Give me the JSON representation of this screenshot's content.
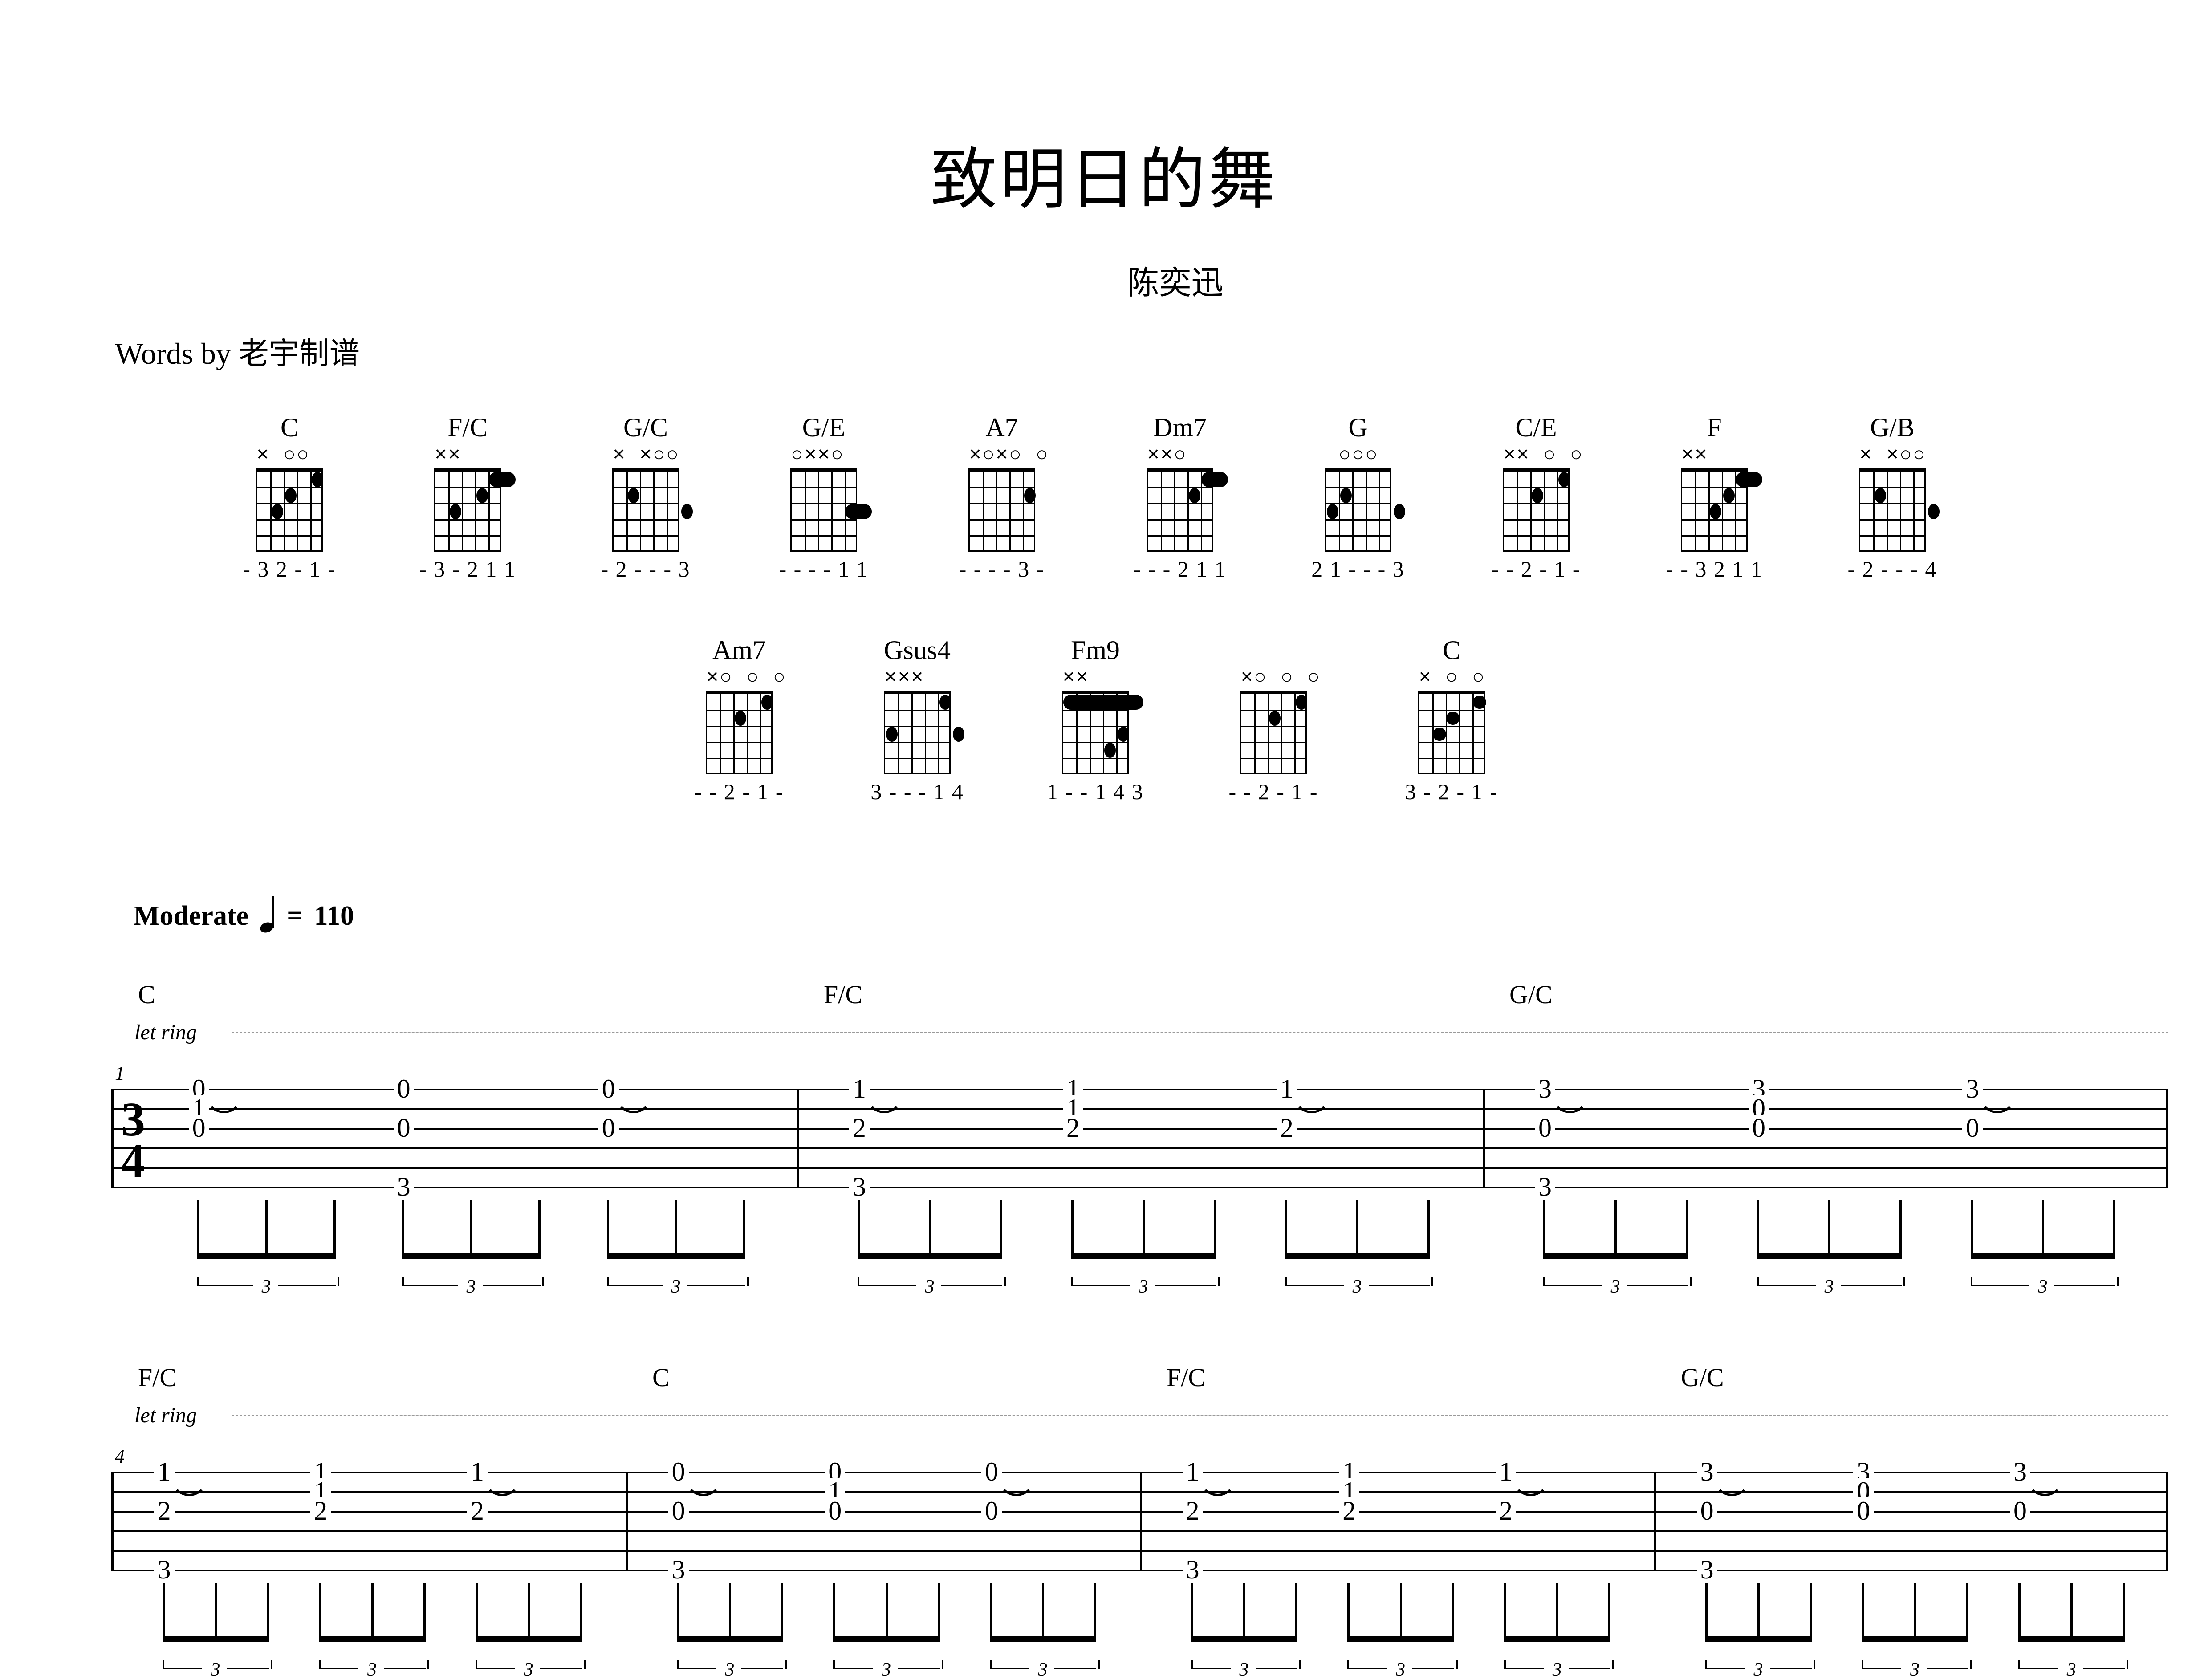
{
  "header": {
    "title": "致明日的舞",
    "artist": "陈奕迅",
    "credit": "Words by 老宇制谱"
  },
  "tempo": {
    "marking": "Moderate",
    "note_icon": "quarter-note",
    "equals": "=",
    "bpm": "110"
  },
  "time_signature": {
    "numerator": "3",
    "denominator": "4"
  },
  "chord_chart": {
    "rows": [
      {
        "chords": [
          {
            "name": "C",
            "open_marks": "x  o o",
            "open_seq": [
              "x",
              "",
              "o",
              "o",
              ""
            ],
            "fingering": "- 3 2 - 1 -",
            "dots": [
              {
                "s": 5,
                "f": 3
              },
              {
                "s": 4,
                "f": 2
              },
              {
                "s": 2,
                "f": 1
              }
            ],
            "barre": null
          },
          {
            "name": "F/C",
            "open_marks": "x x",
            "open_seq": [
              "x",
              "x",
              "",
              "",
              "",
              ""
            ],
            "fingering": "- 3 - 2 1 1",
            "dots": [
              {
                "s": 5,
                "f": 3
              },
              {
                "s": 3,
                "f": 2
              }
            ],
            "barre": {
              "from": 2,
              "to": 1,
              "fret": 1
            }
          },
          {
            "name": "G/C",
            "open_marks": "x xoo",
            "open_seq": [
              "x",
              "",
              "x",
              "o",
              "o",
              ""
            ],
            "fingering": "- 2 - - - 3",
            "dots": [
              {
                "s": 5,
                "f": 2
              },
              {
                "s": 1,
                "f": 3
              }
            ],
            "barre": null
          },
          {
            "name": "G/E",
            "open_marks": "oxxo",
            "open_seq": [
              "o",
              "x",
              "x",
              "o",
              "",
              ""
            ],
            "fingering": "- - - - 1 1",
            "dots": [],
            "barre": {
              "from": 2,
              "to": 1,
              "fret": 3
            }
          },
          {
            "name": "A7",
            "open_marks": "xoxo o",
            "open_seq": [
              "x",
              "o",
              "x",
              "o",
              "",
              "o"
            ],
            "fingering": "- - - - 3 -",
            "dots": [
              {
                "s": 2,
                "f": 2
              }
            ],
            "barre": null
          },
          {
            "name": "Dm7",
            "open_marks": "xxo",
            "open_seq": [
              "x",
              "x",
              "o",
              "",
              "",
              ""
            ],
            "fingering": "- - - 2 1 1",
            "dots": [
              {
                "s": 3,
                "f": 2
              }
            ],
            "barre": {
              "from": 2,
              "to": 1,
              "fret": 1
            }
          },
          {
            "name": "G",
            "open_marks": "ooo",
            "open_seq": [
              "",
              "o",
              "o",
              "o",
              "",
              ""
            ],
            "fingering": "2 1 - - - 3",
            "dots": [
              {
                "s": 5,
                "f": 2
              },
              {
                "s": 6,
                "f": 3
              },
              {
                "s": 1,
                "f": 3
              }
            ],
            "barre": null
          },
          {
            "name": "C/E",
            "open_marks": "xx o o",
            "open_seq": [
              "x",
              "x",
              "",
              "o",
              "",
              "o"
            ],
            "fingering": "- - 2 - 1 -",
            "dots": [
              {
                "s": 4,
                "f": 2
              },
              {
                "s": 2,
                "f": 1
              }
            ],
            "barre": null
          },
          {
            "name": "F",
            "open_marks": "xx",
            "open_seq": [
              "x",
              "x",
              "",
              "",
              "",
              ""
            ],
            "fingering": "- - 3 2 1 1",
            "dots": [
              {
                "s": 4,
                "f": 3
              },
              {
                "s": 3,
                "f": 2
              }
            ],
            "barre": {
              "from": 2,
              "to": 1,
              "fret": 1
            }
          },
          {
            "name": "G/B",
            "open_marks": "x xoo",
            "open_seq": [
              "x",
              "",
              "x",
              "o",
              "o",
              ""
            ],
            "fingering": "- 2 - - - 4",
            "dots": [
              {
                "s": 5,
                "f": 2
              },
              {
                "s": 1,
                "f": 3
              }
            ],
            "barre": null
          }
        ]
      },
      {
        "chords": [
          {
            "name": "Am7",
            "open_marks": "xo o o",
            "open_seq": [
              "x",
              "o",
              "",
              "o",
              "",
              "o"
            ],
            "fingering": "- - 2 - 1 -",
            "dots": [
              {
                "s": 4,
                "f": 2
              },
              {
                "s": 2,
                "f": 1
              }
            ],
            "barre": null
          },
          {
            "name": "Gsus4",
            "open_marks": "xxx",
            "open_seq": [
              "x",
              "x",
              "x",
              "",
              "",
              ""
            ],
            "fingering": "3 - - - 1 4",
            "dots": [
              {
                "s": 2,
                "f": 1
              },
              {
                "s": 6,
                "f": 3
              },
              {
                "s": 1,
                "f": 3
              }
            ],
            "barre": null
          },
          {
            "name": "Fm9",
            "open_marks": "xx",
            "open_seq": [
              "x",
              "x",
              "",
              "",
              "",
              ""
            ],
            "fingering": "1 - - 1 4 3",
            "dots": [
              {
                "s": 2,
                "f": 3
              },
              {
                "s": 3,
                "f": 4
              }
            ],
            "barre": {
              "from": 6,
              "to": 1,
              "fret": 1
            }
          },
          {
            "name": "",
            "open_marks": "xo o o",
            "open_seq": [
              "x",
              "o",
              "",
              "o",
              "",
              "o"
            ],
            "fingering": "- - 2 - 1 -",
            "dots": [
              {
                "s": 4,
                "f": 2
              },
              {
                "s": 2,
                "f": 1
              }
            ],
            "barre": null
          },
          {
            "name": "C",
            "open_marks": "x o o",
            "open_seq": [
              "x",
              "",
              "o",
              "",
              "o",
              ""
            ],
            "fingering": "3 - 2 - 1 -",
            "dots": [
              {
                "s": 5,
                "f": 3
              },
              {
                "s": 4,
                "f": 2
              },
              {
                "s": 2,
                "f": 1
              }
            ],
            "barre": null,
            "round_dots": true
          }
        ]
      }
    ]
  },
  "tab": {
    "let_ring_label": "let ring",
    "tuplet_label": "3",
    "systems": [
      {
        "start_measure": "1",
        "measures": [
          {
            "chord": "C",
            "notes": [
              {
                "string": 1,
                "fret": "0"
              },
              {
                "string": 2,
                "fret": "1"
              },
              {
                "string": 3,
                "fret": "0"
              },
              {
                "string": 6,
                "fret": "3"
              },
              {
                "string": 1,
                "fret": "0"
              },
              {
                "string": 3,
                "fret": "0"
              },
              {
                "string": 1,
                "fret": "0"
              },
              {
                "string": 3,
                "fret": "0"
              }
            ]
          },
          {
            "chord": "F/C",
            "notes": [
              {
                "string": 1,
                "fret": "1"
              },
              {
                "string": 3,
                "fret": "2"
              },
              {
                "string": 6,
                "fret": "3"
              },
              {
                "string": 1,
                "fret": "1"
              },
              {
                "string": 2,
                "fret": "1"
              },
              {
                "string": 3,
                "fret": "2"
              },
              {
                "string": 1,
                "fret": "1"
              },
              {
                "string": 3,
                "fret": "2"
              }
            ]
          },
          {
            "chord": "G/C",
            "notes": [
              {
                "string": 1,
                "fret": "3"
              },
              {
                "string": 3,
                "fret": "0"
              },
              {
                "string": 6,
                "fret": "3"
              },
              {
                "string": 1,
                "fret": "3"
              },
              {
                "string": 2,
                "fret": "0"
              },
              {
                "string": 3,
                "fret": "0"
              },
              {
                "string": 1,
                "fret": "3"
              },
              {
                "string": 3,
                "fret": "0"
              }
            ]
          }
        ]
      },
      {
        "start_measure": "4",
        "measures": [
          {
            "chord": "F/C",
            "notes": [
              {
                "string": 1,
                "fret": "1"
              },
              {
                "string": 3,
                "fret": "2"
              },
              {
                "string": 6,
                "fret": "3"
              },
              {
                "string": 1,
                "fret": "1"
              },
              {
                "string": 2,
                "fret": "1"
              },
              {
                "string": 3,
                "fret": "2"
              },
              {
                "string": 1,
                "fret": "1"
              },
              {
                "string": 3,
                "fret": "2"
              }
            ]
          },
          {
            "chord": "C",
            "notes": [
              {
                "string": 1,
                "fret": "0"
              },
              {
                "string": 3,
                "fret": "0"
              },
              {
                "string": 6,
                "fret": "3"
              },
              {
                "string": 1,
                "fret": "0"
              },
              {
                "string": 2,
                "fret": "1"
              },
              {
                "string": 3,
                "fret": "0"
              },
              {
                "string": 1,
                "fret": "0"
              },
              {
                "string": 3,
                "fret": "0"
              }
            ]
          },
          {
            "chord": "F/C",
            "notes": [
              {
                "string": 1,
                "fret": "1"
              },
              {
                "string": 3,
                "fret": "2"
              },
              {
                "string": 6,
                "fret": "3"
              },
              {
                "string": 1,
                "fret": "1"
              },
              {
                "string": 2,
                "fret": "1"
              },
              {
                "string": 3,
                "fret": "2"
              },
              {
                "string": 1,
                "fret": "1"
              },
              {
                "string": 3,
                "fret": "2"
              }
            ]
          },
          {
            "chord": "G/C",
            "notes": [
              {
                "string": 1,
                "fret": "3"
              },
              {
                "string": 3,
                "fret": "0"
              },
              {
                "string": 6,
                "fret": "3"
              },
              {
                "string": 1,
                "fret": "3"
              },
              {
                "string": 2,
                "fret": "0"
              },
              {
                "string": 3,
                "fret": "0"
              },
              {
                "string": 1,
                "fret": "3"
              },
              {
                "string": 3,
                "fret": "0"
              }
            ]
          }
        ]
      }
    ]
  }
}
